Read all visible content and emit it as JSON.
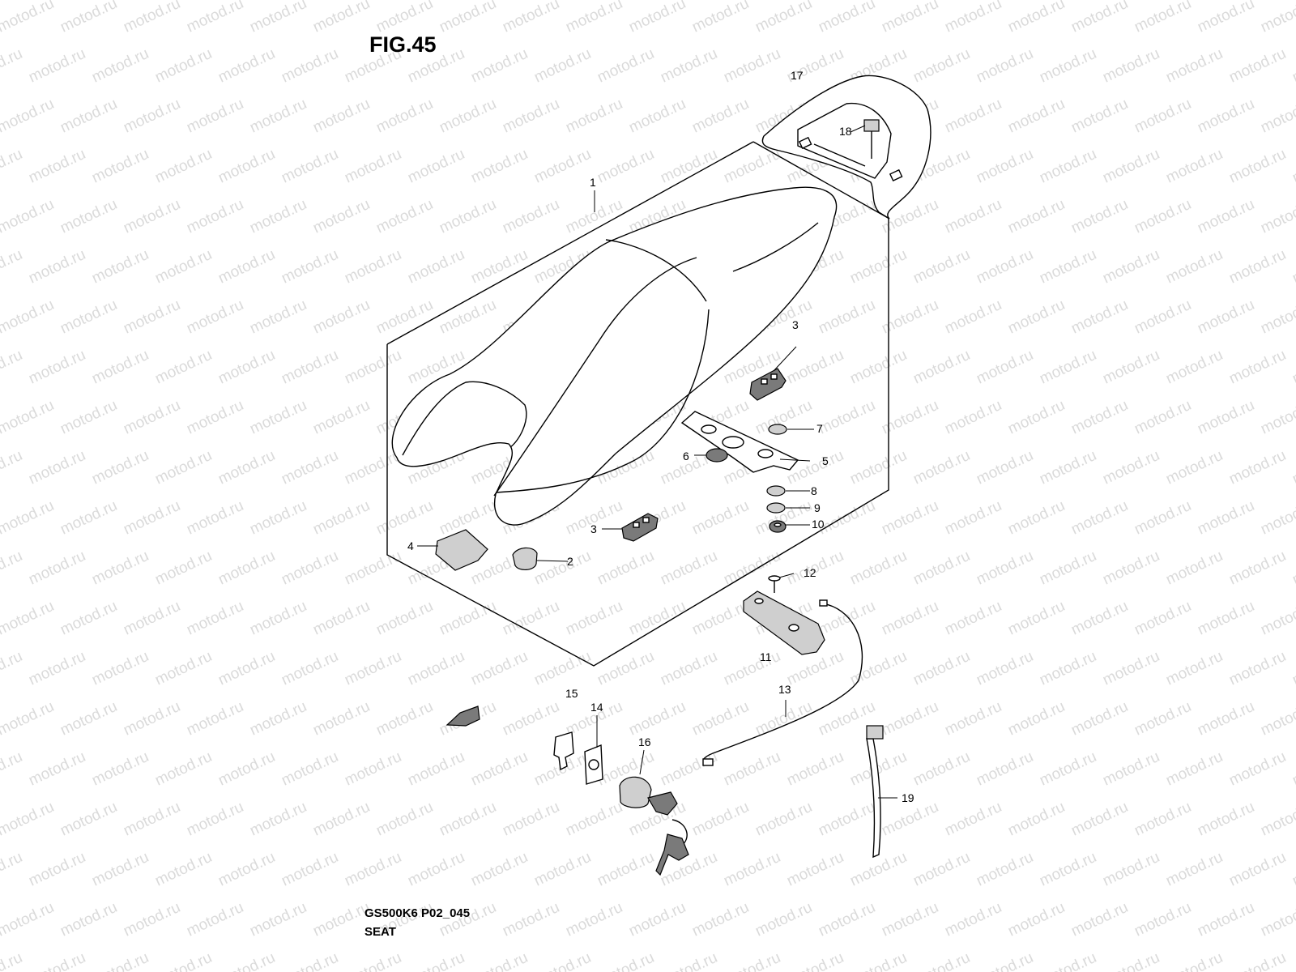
{
  "figure": {
    "title": "FIG.45",
    "model_code": "GS500K6 P02_045",
    "section": "SEAT"
  },
  "watermark": "motod.ru",
  "callouts": [
    {
      "id": "c1",
      "text": "1"
    },
    {
      "id": "c2",
      "text": "2"
    },
    {
      "id": "c3a",
      "text": "3"
    },
    {
      "id": "c3b",
      "text": "3"
    },
    {
      "id": "c4",
      "text": "4"
    },
    {
      "id": "c5",
      "text": "5"
    },
    {
      "id": "c6",
      "text": "6"
    },
    {
      "id": "c7",
      "text": "7"
    },
    {
      "id": "c8",
      "text": "8"
    },
    {
      "id": "c9",
      "text": "9"
    },
    {
      "id": "c10",
      "text": "10"
    },
    {
      "id": "c11",
      "text": "11"
    },
    {
      "id": "c12",
      "text": "12"
    },
    {
      "id": "c13",
      "text": "13"
    },
    {
      "id": "c14",
      "text": "14"
    },
    {
      "id": "c15",
      "text": "15"
    },
    {
      "id": "c16",
      "text": "16"
    },
    {
      "id": "c17",
      "text": "17"
    },
    {
      "id": "c18",
      "text": "18"
    },
    {
      "id": "c19",
      "text": "19"
    }
  ],
  "colors": {
    "line": "#000000",
    "background": "#ffffff",
    "watermark": "#bdbdbd"
  }
}
